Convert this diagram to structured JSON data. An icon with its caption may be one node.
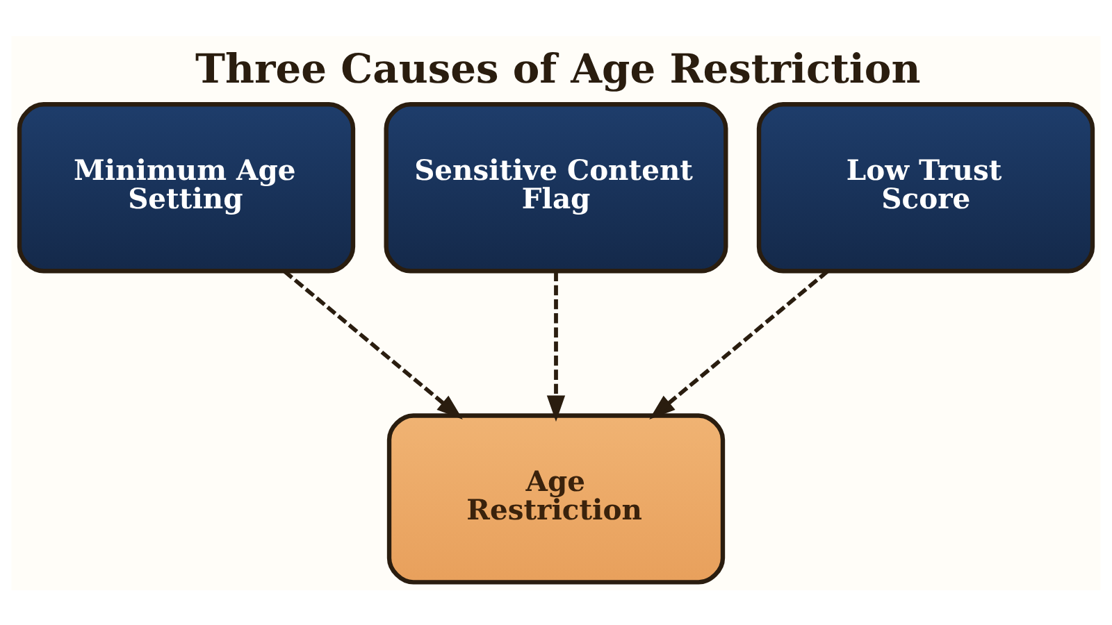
{
  "diagram": {
    "title": "Three Causes of Age Restriction",
    "nodes": [
      {
        "text": [
          "Minimum Age Setting"
        ]
      },
      {
        "text": [
          "Sensitive Content Flag"
        ]
      },
      {
        "text": [
          "Low Trust Score"
        ]
      },
      {
        "text": [
          "Age Restriction"
        ]
      }
    ],
    "edges": [
      {
        "from": 0,
        "to": 3,
        "arrow": "to",
        "style": "dashed"
      },
      {
        "from": 1,
        "to": 3,
        "arrow": "to",
        "style": "dashed"
      },
      {
        "from": 2,
        "to": 3,
        "arrow": "to",
        "style": "dashed"
      }
    ]
  }
}
